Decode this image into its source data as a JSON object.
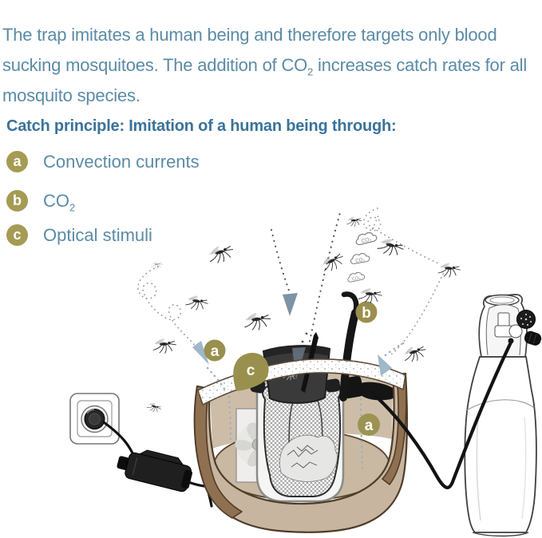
{
  "intro": {
    "part1": "The trap imitates a human being and therefore targets only blood sucking mosquitoes. The addition of CO",
    "subscript": "2",
    "part2": " increases catch rates for all mosquito species."
  },
  "catch_principle": {
    "heading": "Catch principle: Imitation of a human being through:",
    "items": [
      {
        "key": "a",
        "label": "Convection currents"
      },
      {
        "key": "b",
        "label": "CO",
        "label_subscript": "2"
      },
      {
        "key": "c",
        "label": "Optical stimuli"
      }
    ]
  },
  "diagram": {
    "marker_a_left": "a",
    "marker_b": "b",
    "marker_c": "c",
    "marker_a_right": "a",
    "co2_bubble": {
      "text": "CO",
      "subscript": "2"
    }
  },
  "colors": {
    "text_teal": "#5B8BA6",
    "heading_teal": "#3A739B",
    "badge_olive": "#A59B54",
    "marker_olive": "#99904E",
    "arrow_blue_light": "#9FB8CA",
    "arrow_blue_dark": "#7E93A3",
    "dot_blue": "#9DB0BD",
    "pot_tan": "#C7B5A0",
    "pot_brown": "#8F7050",
    "pot_outline": "#4E3C29",
    "pot_floor": "#C9B8A2",
    "pot_inner": "#CDBDA8"
  }
}
